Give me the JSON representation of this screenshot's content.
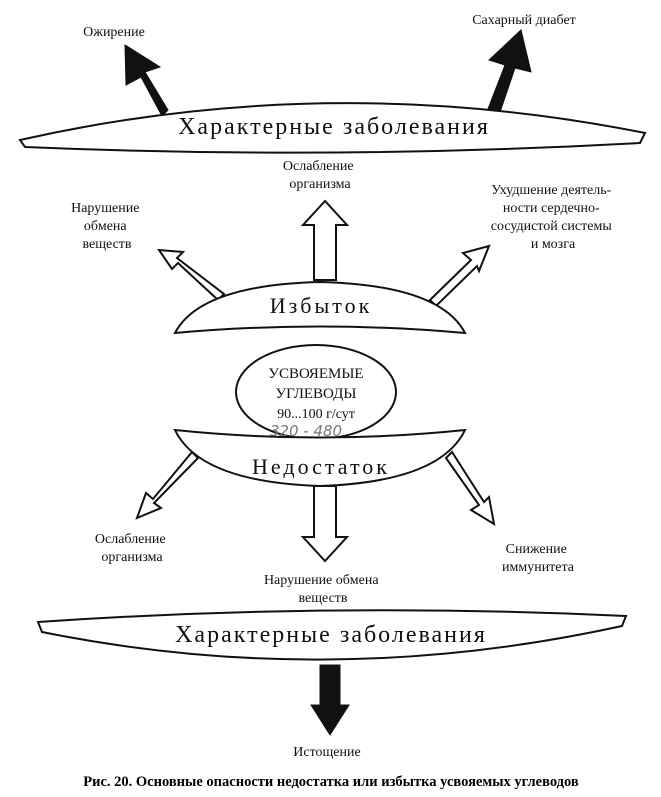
{
  "top": {
    "band_label": "Характерные заболевания",
    "left_outcome": "Ожирение",
    "right_outcome": "Сахарный диабет"
  },
  "excess": {
    "label": "Избыток",
    "effects": {
      "left": [
        "Нарушение",
        "обмена",
        "веществ"
      ],
      "center": [
        "Ослабление",
        "организма"
      ],
      "right": [
        "Ухудшение деятель-",
        "ности сердечно-",
        "сосудистой системы",
        "и мозга"
      ]
    }
  },
  "center": {
    "line1": "УСВОЯЕМЫЕ",
    "line2": "УГЛЕВОДЫ",
    "norm": "90...100 г/сут",
    "handwritten_note": "320 - 480"
  },
  "deficit": {
    "label": "Недостаток",
    "effects": {
      "left": [
        "Ослабление",
        "организма"
      ],
      "center": [
        "Нарушение обмена",
        "веществ"
      ],
      "right": [
        "Снижение",
        "иммунитета"
      ]
    }
  },
  "bottom": {
    "band_label": "Характерные заболевания",
    "outcome": "Истощение"
  },
  "caption": "Рис. 20. Основные опасности недостатка или избытка усвояемых углеводов"
}
